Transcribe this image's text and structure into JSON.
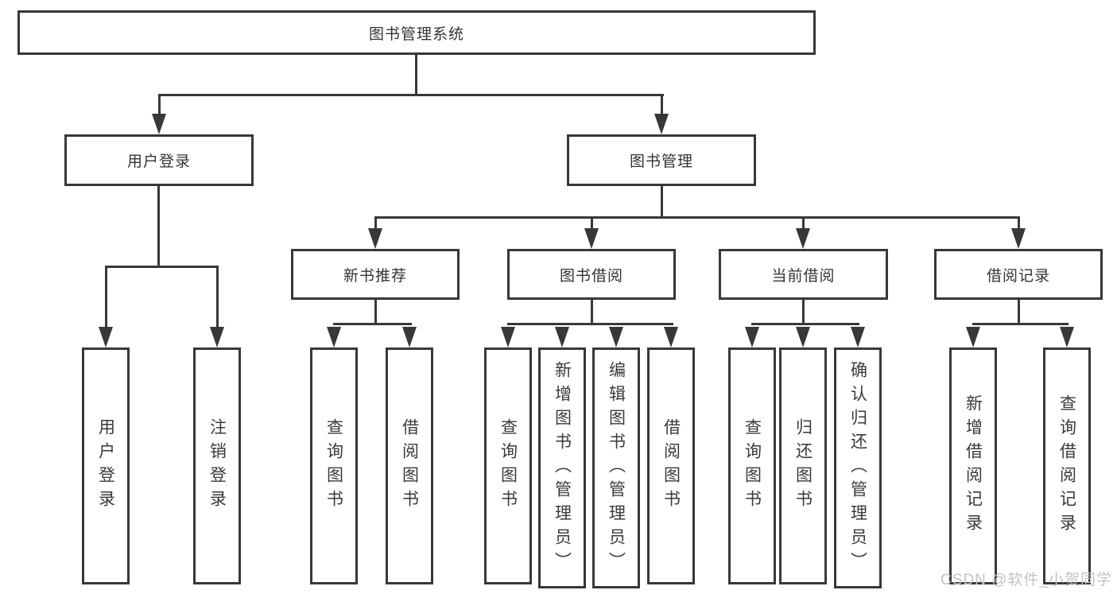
{
  "diagram": {
    "root": {
      "label": "图书管理系统"
    },
    "branches": [
      {
        "label": "用户登录",
        "children": [
          {
            "label": "用户登录"
          },
          {
            "label": "注销登录"
          }
        ]
      },
      {
        "label": "图书管理",
        "children": [
          {
            "label": "新书推荐",
            "children": [
              {
                "label": "查询图书"
              },
              {
                "label": "借阅图书"
              }
            ]
          },
          {
            "label": "图书借阅",
            "children": [
              {
                "label": "查询图书"
              },
              {
                "label": "新增图书（管理员）"
              },
              {
                "label": "编辑图书（管理员）"
              },
              {
                "label": "借阅图书"
              }
            ]
          },
          {
            "label": "当前借阅",
            "children": [
              {
                "label": "查询图书"
              },
              {
                "label": "归还图书"
              },
              {
                "label": "确认归还（管理员）"
              }
            ]
          },
          {
            "label": "借阅记录",
            "children": [
              {
                "label": "新增借阅记录"
              },
              {
                "label": "查询借阅记录"
              }
            ]
          }
        ]
      }
    ]
  },
  "watermark": {
    "text": "CSDN @软件_小贺同学"
  },
  "colors": {
    "line": "#383838",
    "text": "#333333",
    "background": "#ffffff",
    "watermark": "#c6c2c2"
  }
}
